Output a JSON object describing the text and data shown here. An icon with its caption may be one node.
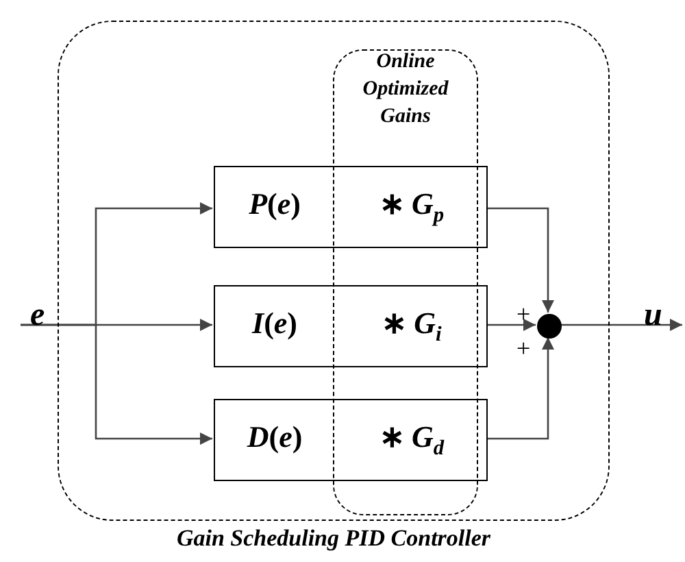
{
  "diagram": {
    "nodes": [
      {
        "text": [
          "Gain Scheduling PID Controller"
        ]
      },
      {
        "text": [
          "Online Optimized Gains"
        ],
        "in": 0
      },
      {
        "text": [
          "*P*(*e*)",
          "∗ *G*$_{p}$"
        ],
        "in": 0
      },
      {
        "text": [
          "*I*(*e*)",
          "∗ *G*$_{i}$"
        ],
        "in": 0
      },
      {
        "text": [
          "*D*(*e*)",
          "∗ *G*$_{d}$"
        ],
        "in": 0
      },
      {
        "text": [],
        "shape": "circle",
        "in": 0
      }
    ],
    "edges": [
      {
        "from": null,
        "to": 2,
        "arrow": "to"
      },
      {
        "from": null,
        "to": 3,
        "arrow": "to",
        "label": "e"
      },
      {
        "from": null,
        "to": 4,
        "arrow": "to"
      },
      {
        "from": 2,
        "to": 5,
        "arrow": "to"
      },
      {
        "from": 3,
        "to": 5,
        "arrow": "to"
      },
      {
        "from": 4,
        "to": 5,
        "arrow": "to"
      },
      {
        "from": 5,
        "to": null,
        "arrow": "to",
        "label": "u"
      }
    ],
    "labels": [
      "+",
      "+"
    ]
  }
}
